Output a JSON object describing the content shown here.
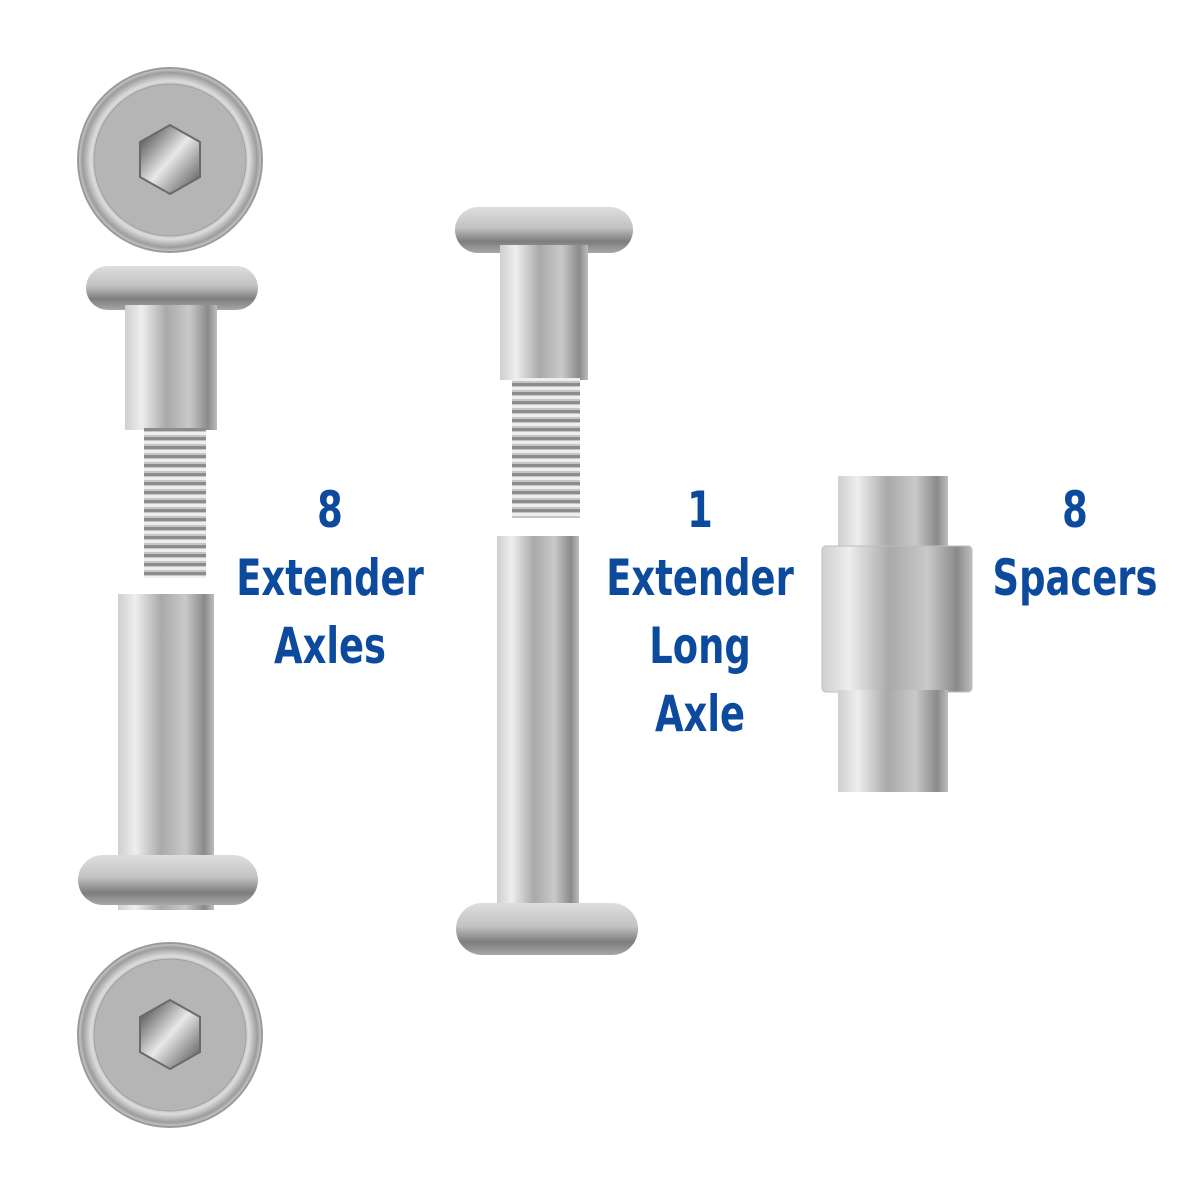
{
  "theme": {
    "background": "#ffffff",
    "label_color": "#0b4a9c",
    "metal_light": "#e4e4e4",
    "metal_mid": "#b9b9b9",
    "metal_dark": "#7a7a7a"
  },
  "items": [
    {
      "name": "extender-axles",
      "quantity": "8",
      "line1": "Extender",
      "line2": "Axles"
    },
    {
      "name": "extender-long-axle",
      "quantity": "1",
      "line1": "Extender",
      "line2": "Long",
      "line3": "Axle"
    },
    {
      "name": "spacers",
      "quantity": "8",
      "line1": "Spacers"
    }
  ]
}
